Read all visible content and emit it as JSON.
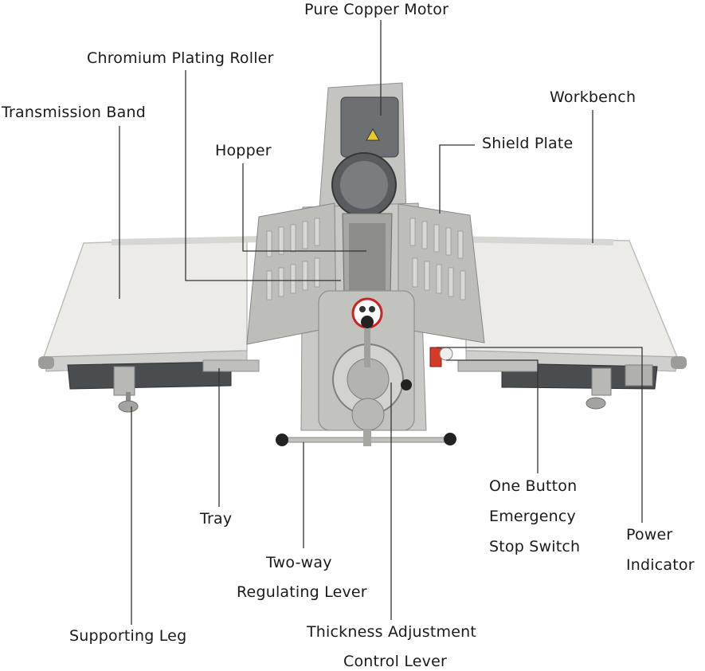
{
  "labels": {
    "motor": "Pure Copper Motor",
    "roller": "Chromium Plating Roller",
    "band": "Transmission Band",
    "workbench": "Workbench",
    "hopper": "Hopper",
    "shield": "Shield Plate",
    "tray": "Tray",
    "two_way_1": "Two-way",
    "two_way_2": "Regulating Lever",
    "emergency_1": "One Button",
    "emergency_2": "Emergency",
    "emergency_3": "Stop Switch",
    "power_1": "Power",
    "power_2": "Indicator",
    "leg": "Supporting Leg",
    "thickness_1": "Thickness Adjustment",
    "thickness_2": "Control Lever"
  },
  "colors": {
    "belt": "#ecebe8",
    "steel": "#c9c9c6",
    "steel_dark": "#8f9090",
    "motor": "#6d7072",
    "leader": "#333333",
    "stop_button": "#d23a2a"
  }
}
